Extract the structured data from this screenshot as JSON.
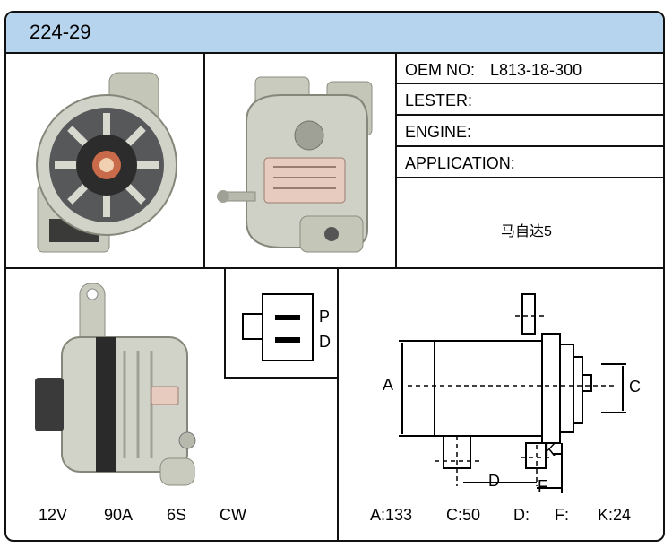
{
  "header": {
    "title": "224-29"
  },
  "info": {
    "oem_label": "OEM NO:",
    "oem_value": "L813-18-300",
    "lester_label": "LESTER:",
    "engine_label": "ENGINE:",
    "application_label": "APPLICATION:",
    "application_value": "马自达5"
  },
  "connector": {
    "label_p": "P",
    "label_d": "D"
  },
  "diagram": {
    "label_a": "A",
    "label_c": "C",
    "label_d": "D",
    "label_f": "F",
    "label_k": "K"
  },
  "specs": {
    "voltage": "12V",
    "amperage": "90A",
    "pulley": "6S",
    "rotation": "CW"
  },
  "dims": {
    "a": "A:133",
    "c": "C:50",
    "d": "D:",
    "f": "F:",
    "k": "K:24"
  },
  "colors": {
    "header_bg": "#b7d4ee",
    "border": "#111111",
    "metal": "#c9cbbf",
    "plug": "#e7cbbf"
  }
}
